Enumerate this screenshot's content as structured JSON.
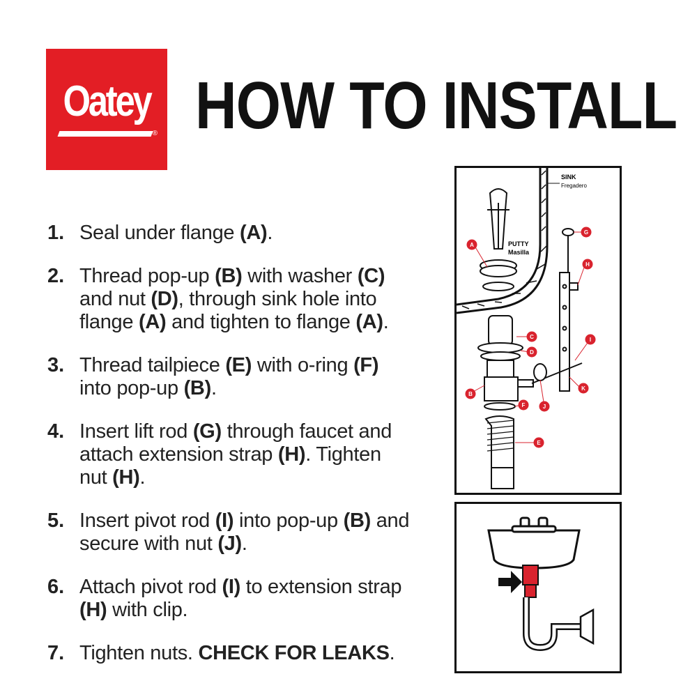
{
  "logo": {
    "text": "Oatey",
    "mark": "®"
  },
  "title": "HOW TO INSTALL",
  "steps": [
    {
      "num": "1.",
      "parts": [
        [
          "Seal under flange ",
          false
        ],
        [
          "(A)",
          true
        ],
        [
          ".",
          false
        ]
      ]
    },
    {
      "num": "2.",
      "parts": [
        [
          "Thread pop-up ",
          false
        ],
        [
          "(B)",
          true
        ],
        [
          " with washer ",
          false
        ],
        [
          "(C)",
          true
        ],
        [
          " and nut ",
          false
        ],
        [
          "(D)",
          true
        ],
        [
          ", through sink hole into flange ",
          false
        ],
        [
          "(A)",
          true
        ],
        [
          " and tighten to flange ",
          false
        ],
        [
          "(A)",
          true
        ],
        [
          ".",
          false
        ]
      ]
    },
    {
      "num": "3.",
      "parts": [
        [
          "Thread tailpiece ",
          false
        ],
        [
          "(E)",
          true
        ],
        [
          " with o-ring ",
          false
        ],
        [
          "(F)",
          true
        ],
        [
          " into pop-up ",
          false
        ],
        [
          "(B)",
          true
        ],
        [
          ".",
          false
        ]
      ]
    },
    {
      "num": "4.",
      "parts": [
        [
          "Insert lift rod ",
          false
        ],
        [
          "(G)",
          true
        ],
        [
          " through faucet and attach extension strap ",
          false
        ],
        [
          "(H)",
          true
        ],
        [
          ". Tighten nut ",
          false
        ],
        [
          "(H)",
          true
        ],
        [
          ".",
          false
        ]
      ]
    },
    {
      "num": "5.",
      "parts": [
        [
          "Insert pivot rod ",
          false
        ],
        [
          "(I)",
          true
        ],
        [
          " into pop-up ",
          false
        ],
        [
          "(B)",
          true
        ],
        [
          " and secure with nut ",
          false
        ],
        [
          "(J)",
          true
        ],
        [
          ".",
          false
        ]
      ]
    },
    {
      "num": "6.",
      "parts": [
        [
          "Attach pivot rod ",
          false
        ],
        [
          "(I)",
          true
        ],
        [
          " to extension strap ",
          false
        ],
        [
          "(H)",
          true
        ],
        [
          " with clip.",
          false
        ]
      ]
    },
    {
      "num": "7.",
      "parts": [
        [
          "Tighten nuts. ",
          false
        ],
        [
          "CHECK FOR LEAKS",
          true
        ],
        [
          ".",
          false
        ]
      ]
    }
  ],
  "diagram": {
    "sink_label": "SINK",
    "sink_label_es": "Fregadero",
    "putty_label": "PUTTY",
    "putty_label_es": "Masilla",
    "parts": [
      "A",
      "B",
      "C",
      "D",
      "E",
      "F",
      "G",
      "H",
      "I",
      "J",
      "K"
    ]
  },
  "colors": {
    "brand_red": "#e31e25",
    "text": "#1a1a1a",
    "callout": "#d9232e"
  }
}
